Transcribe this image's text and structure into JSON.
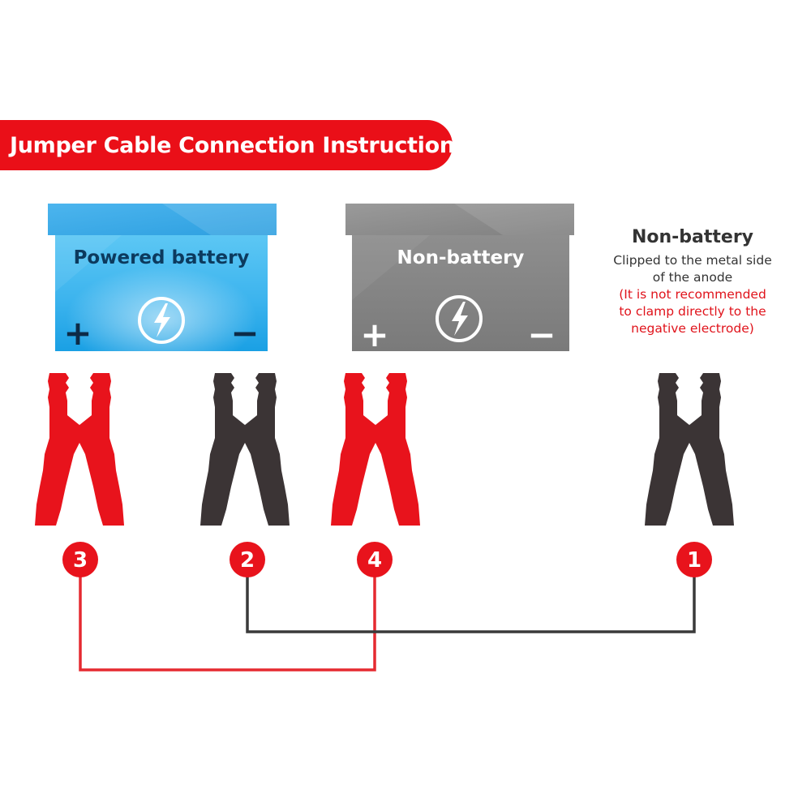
{
  "title": "Jumper Cable Connection Instruction",
  "batteries": [
    {
      "label": "Powered battery",
      "plus_symbol": "+",
      "minus_symbol": "−",
      "icon": "lightning-icon"
    },
    {
      "label": "Non-battery",
      "plus_symbol": "+",
      "minus_symbol": "−",
      "icon": "lightning-icon"
    }
  ],
  "note": {
    "title": "Non-battery",
    "lines": [
      "Clipped to the metal side",
      "of the anode"
    ],
    "warning_lines": [
      "(It is not recommended",
      "to clamp directly to the",
      "negative electrode)"
    ]
  },
  "clamps": [
    {
      "number": "3",
      "color": "red"
    },
    {
      "number": "2",
      "color": "black"
    },
    {
      "number": "4",
      "color": "red"
    },
    {
      "number": "1",
      "color": "black"
    }
  ],
  "colors": {
    "accent_red": "#ea0f18",
    "clamp_red": "#e8131c",
    "clamp_black": "#3b3435",
    "powered_battery_blue": "#2aa6e6",
    "non_battery_gray": "#8a8a8a",
    "cable_black": "#3a3a3a"
  }
}
